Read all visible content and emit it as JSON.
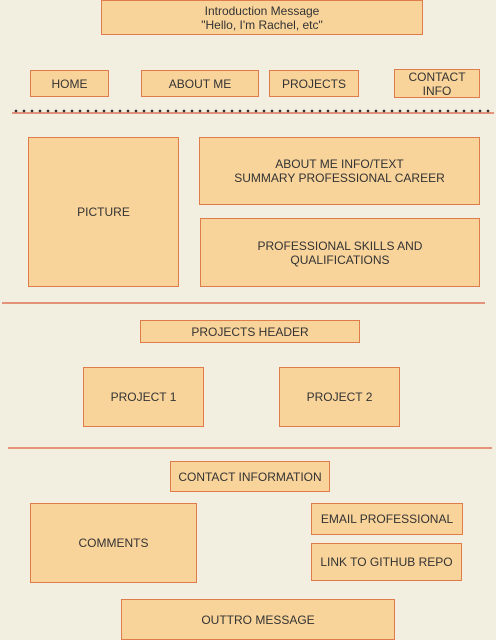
{
  "intro": "Introduction Message\n\"Hello, I'm Rachel, etc\"",
  "nav": [
    "HOME",
    "ABOUT ME",
    "PROJECTS",
    "CONTACT\nINFO"
  ],
  "picture": "PICTURE",
  "about_info": "ABOUT ME INFO/TEXT\nSUMMARY PROFESSIONAL CAREER",
  "skills": "PROFESSIONAL SKILLS AND\nQUALIFICATIONS",
  "projects_header": "PROJECTS HEADER",
  "projects": [
    "PROJECT 1",
    "PROJECT 2"
  ],
  "contact_header": "CONTACT INFORMATION",
  "comments": "COMMENTS",
  "email": "EMAIL PROFESSIONAL",
  "github": "LINK TO GITHUB REPO",
  "outro": "OUTTRO MESSAGE"
}
